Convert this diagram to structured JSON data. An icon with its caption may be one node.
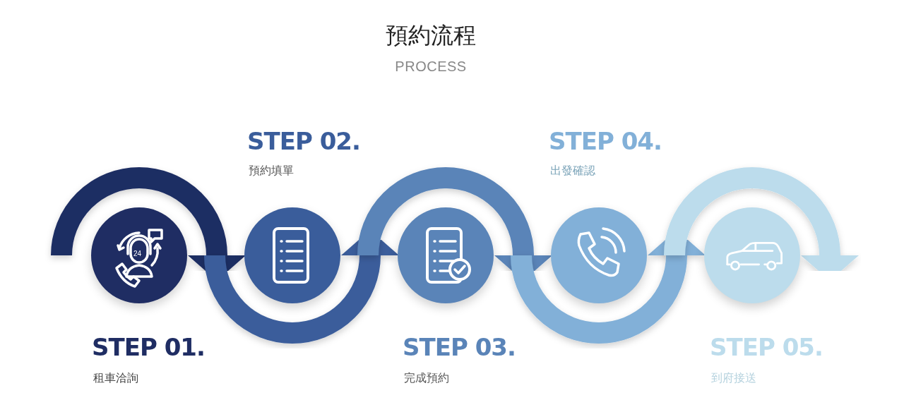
{
  "diagram": {
    "title": "預約流程",
    "nodes": [
      {
        "text": [],
        "shape": "circle",
        "beside": [
          "STEP 01.",
          "租車洽詢"
        ]
      },
      {
        "text": [],
        "shape": "circle",
        "beside": [
          "STEP 02.",
          "預約填單"
        ]
      },
      {
        "text": [],
        "shape": "circle",
        "beside": [
          "STEP 03.",
          "完成預約"
        ]
      },
      {
        "text": [],
        "shape": "circle",
        "beside": [
          "STEP 04.",
          "出發確認"
        ]
      },
      {
        "text": [],
        "shape": "circle",
        "beside": [
          "STEP 05.",
          "到府接送"
        ]
      }
    ],
    "edges": [
      {
        "from": null,
        "to": 0,
        "arrow": "to",
        "color": "#1f2d63"
      },
      {
        "from": 0,
        "to": 1,
        "arrow": "to",
        "color": "#3a5d9b"
      },
      {
        "from": 1,
        "to": 2,
        "arrow": "to",
        "color": "#5a84b8"
      },
      {
        "from": 2,
        "to": 3,
        "arrow": "to",
        "color": "#82b0d8"
      },
      {
        "from": 3,
        "to": 4,
        "arrow": "to",
        "color": "#bcdcec"
      }
    ],
    "labels": [
      "PROCESS",
      "24"
    ]
  }
}
